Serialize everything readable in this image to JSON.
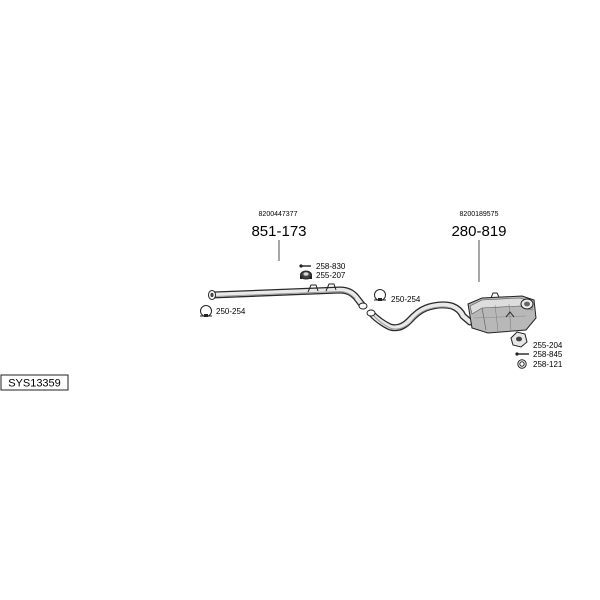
{
  "system_code": "SYS13359",
  "assemblies": [
    {
      "oem_number": "8200447377",
      "part_number": "851-173"
    },
    {
      "oem_number": "8200189575",
      "part_number": "280-819"
    }
  ],
  "fittings": {
    "front_clamp": "250-254",
    "front_bolt": "258-830",
    "front_mount": "255-207",
    "mid_clamp": "250-254",
    "rear_mount": "255-204",
    "rear_bolt": "258-845",
    "rear_ring": "258-121"
  },
  "colors": {
    "line": "#222222",
    "pipe_fill": "#e9e9e9",
    "background": "#ffffff"
  }
}
